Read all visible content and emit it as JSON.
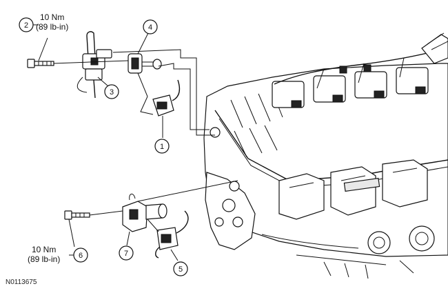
{
  "figure_id": "N0113675",
  "callouts": [
    {
      "number": "1"
    },
    {
      "number": "2"
    },
    {
      "number": "3"
    },
    {
      "number": "4"
    },
    {
      "number": "5"
    },
    {
      "number": "6"
    },
    {
      "number": "7"
    }
  ],
  "torque_upper": {
    "metric": "10 Nm",
    "imperial": "(89 lb-in)"
  },
  "torque_lower": {
    "metric": "10 Nm",
    "imperial": "(89 lb-in)"
  }
}
